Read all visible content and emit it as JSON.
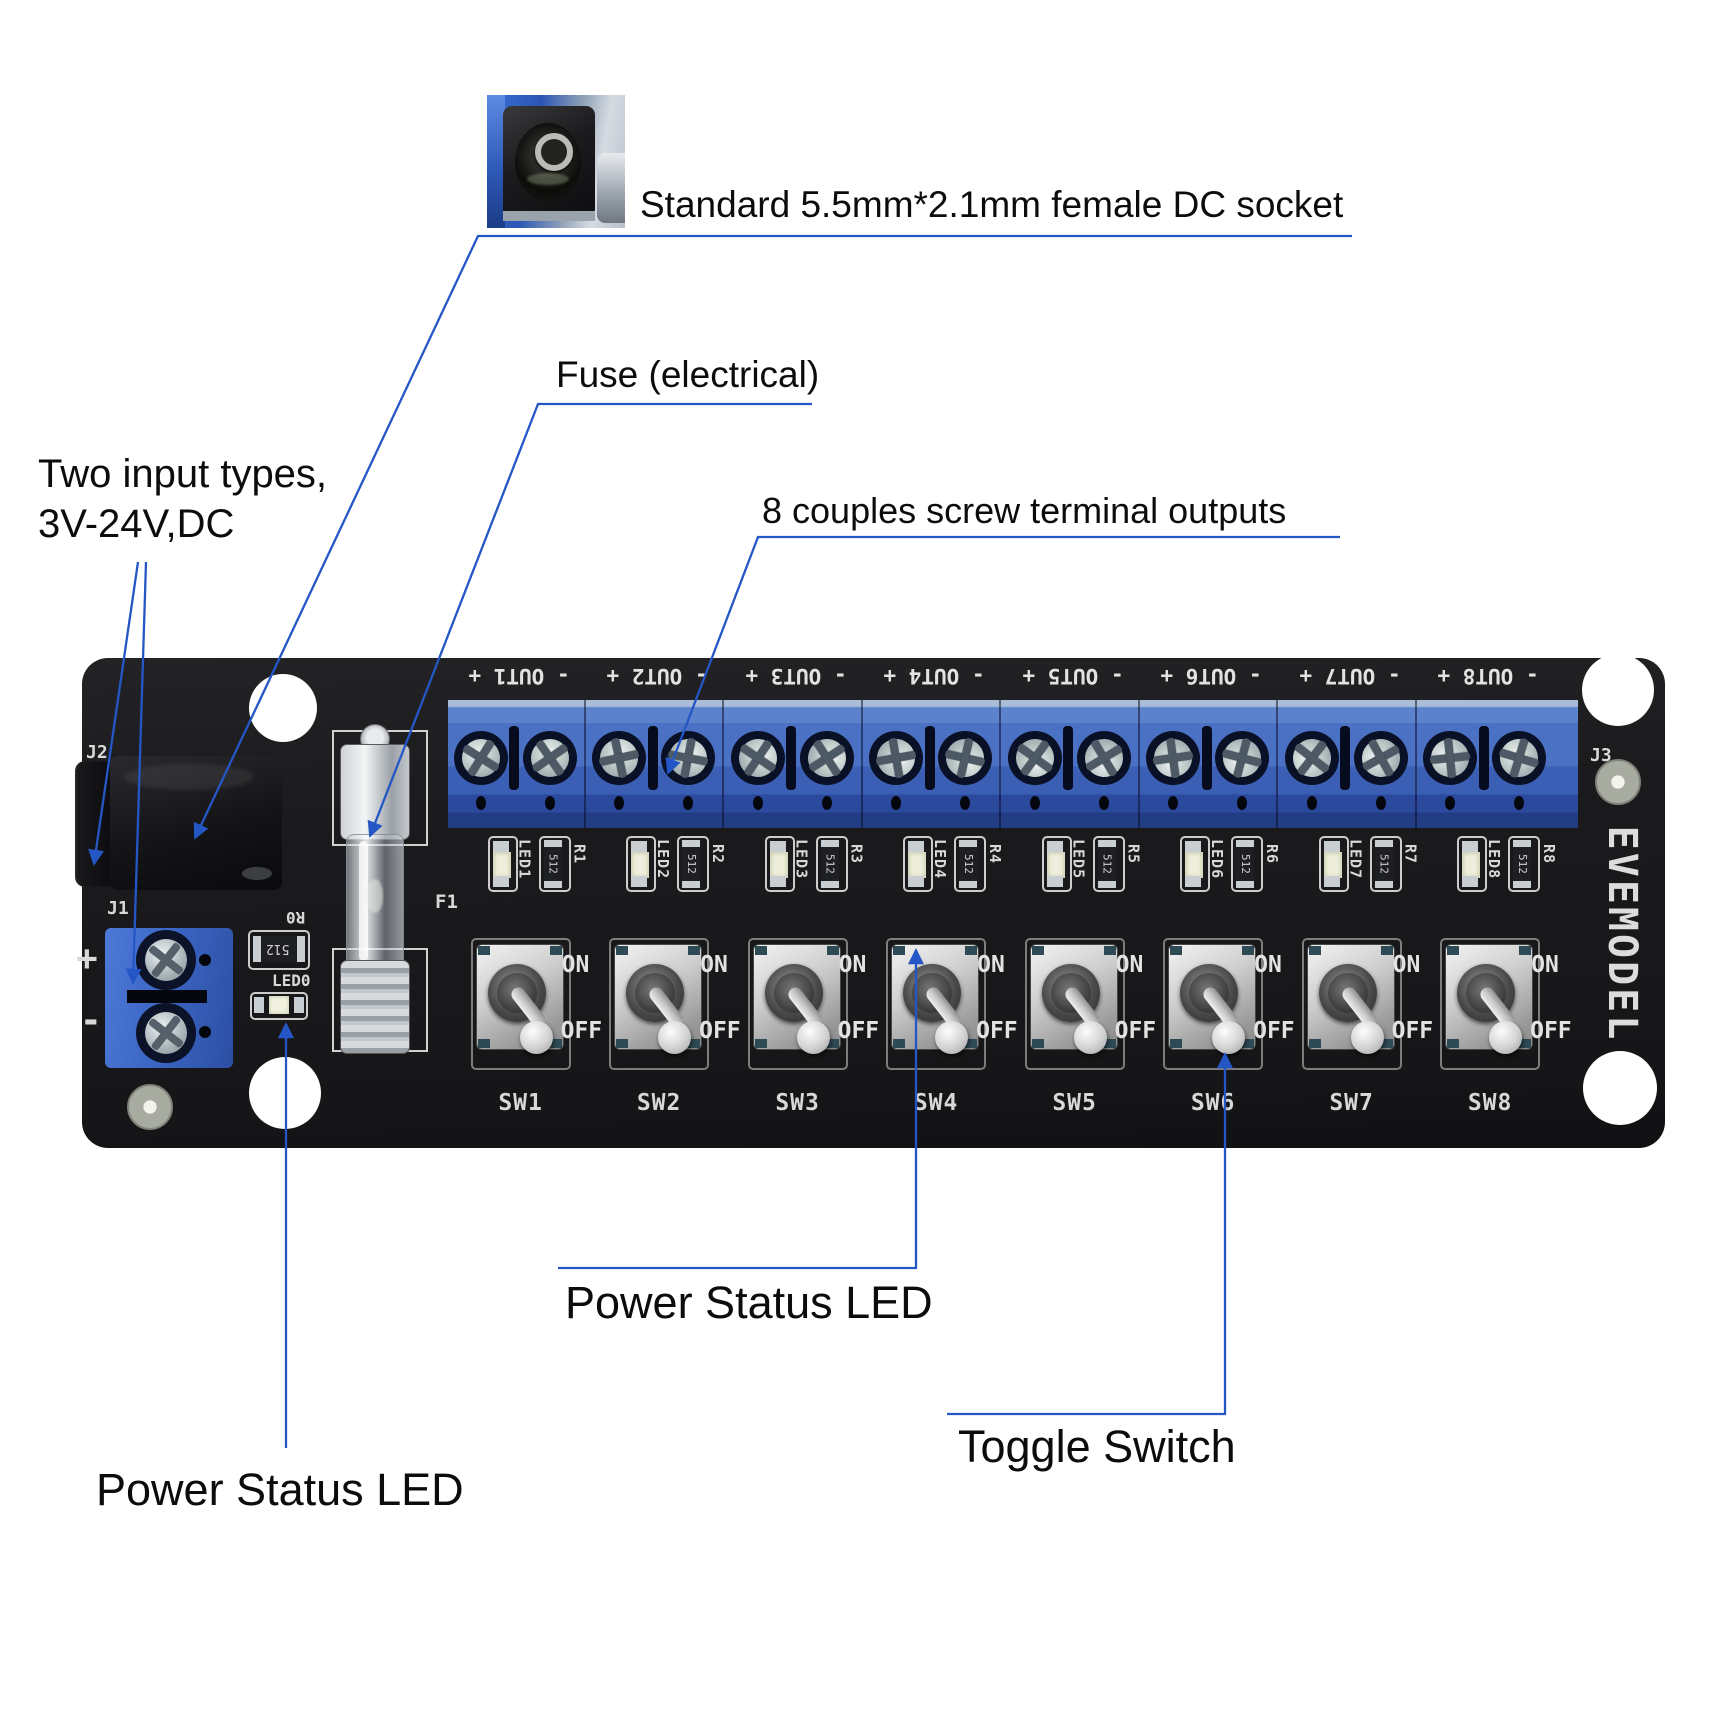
{
  "colors": {
    "accent": "#2457c5",
    "board": "#1b1b1d",
    "terminal_blue": "#4a71c4",
    "silkscreen": "#d8d8d8"
  },
  "annotations": {
    "dc_socket": "Standard 5.5mm*2.1mm female DC socket",
    "fuse": "Fuse (electrical)",
    "input_line1": "Two input types,",
    "input_line2": "3V-24V,DC",
    "outputs": "8 couples screw terminal outputs",
    "power_led_center": "Power Status LED",
    "power_led_left": "Power Status LED",
    "toggle": "Toggle Switch"
  },
  "board": {
    "brand": "EVEMODEL",
    "silkscreen": {
      "j1": "J1",
      "j2": "J2",
      "j3": "J3",
      "f1": "F1",
      "r0": "R0",
      "led0": "LED0",
      "plus": "+",
      "minus": "-"
    },
    "resistor_value": "512",
    "outputs": [
      {
        "name": "OUT1",
        "left": "+",
        "right": "-"
      },
      {
        "name": "OUT2",
        "left": "+",
        "right": "-"
      },
      {
        "name": "OUT3",
        "left": "+",
        "right": "-"
      },
      {
        "name": "OUT4",
        "left": "+",
        "right": "-"
      },
      {
        "name": "OUT5",
        "left": "+",
        "right": "-"
      },
      {
        "name": "OUT6",
        "left": "+",
        "right": "-"
      },
      {
        "name": "OUT7",
        "left": "+",
        "right": "-"
      },
      {
        "name": "OUT8",
        "left": "+",
        "right": "-"
      }
    ],
    "leds": [
      "LED1",
      "LED2",
      "LED3",
      "LED4",
      "LED5",
      "LED6",
      "LED7",
      "LED8"
    ],
    "resistors": [
      "R1",
      "R2",
      "R3",
      "R4",
      "R5",
      "R6",
      "R7",
      "R8"
    ],
    "switches": [
      {
        "name": "SW1",
        "on": "ON",
        "off": "OFF"
      },
      {
        "name": "SW2",
        "on": "ON",
        "off": "OFF"
      },
      {
        "name": "SW3",
        "on": "ON",
        "off": "OFF"
      },
      {
        "name": "SW4",
        "on": "ON",
        "off": "OFF"
      },
      {
        "name": "SW5",
        "on": "ON",
        "off": "OFF"
      },
      {
        "name": "SW6",
        "on": "ON",
        "off": "OFF"
      },
      {
        "name": "SW7",
        "on": "ON",
        "off": "OFF"
      },
      {
        "name": "SW8",
        "on": "ON",
        "off": "OFF"
      }
    ]
  }
}
